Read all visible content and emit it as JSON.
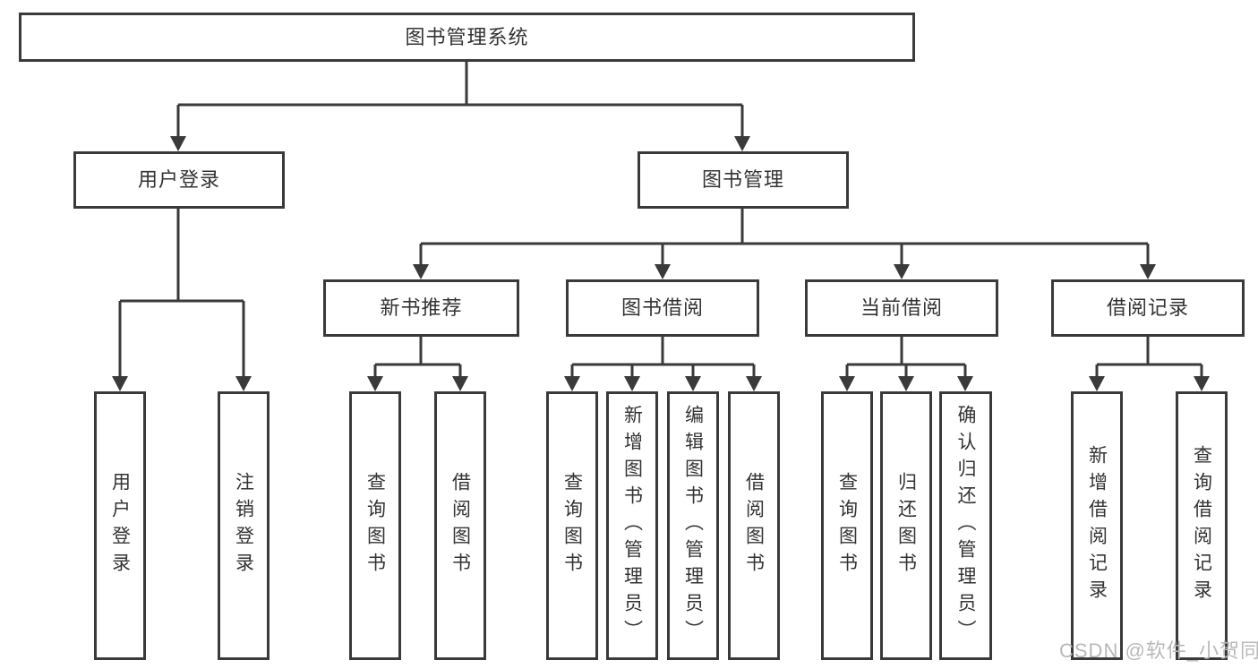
{
  "diagram": {
    "root": "图书管理系统",
    "branches": [
      {
        "label": "用户登录",
        "children": [
          "用户登录",
          "注销登录"
        ]
      },
      {
        "label": "图书管理",
        "children": [
          {
            "label": "新书推荐",
            "children": [
              "查询图书",
              "借阅图书"
            ]
          },
          {
            "label": "图书借阅",
            "children": [
              "查询图书",
              "新增图书（管理员）",
              "编辑图书（管理员）",
              "借阅图书"
            ]
          },
          {
            "label": "当前借阅",
            "children": [
              "查询图书",
              "归还图书",
              "确认归还（管理员）"
            ]
          },
          {
            "label": "借阅记录",
            "children": [
              "新增借阅记录",
              "查询借阅记录"
            ]
          }
        ]
      }
    ],
    "watermark": "CSDN @软件_小贺同学"
  },
  "colors": {
    "line": "#3a3a3a",
    "text": "#333333",
    "watermark": "#b8b8b8",
    "background": "#ffffff"
  }
}
